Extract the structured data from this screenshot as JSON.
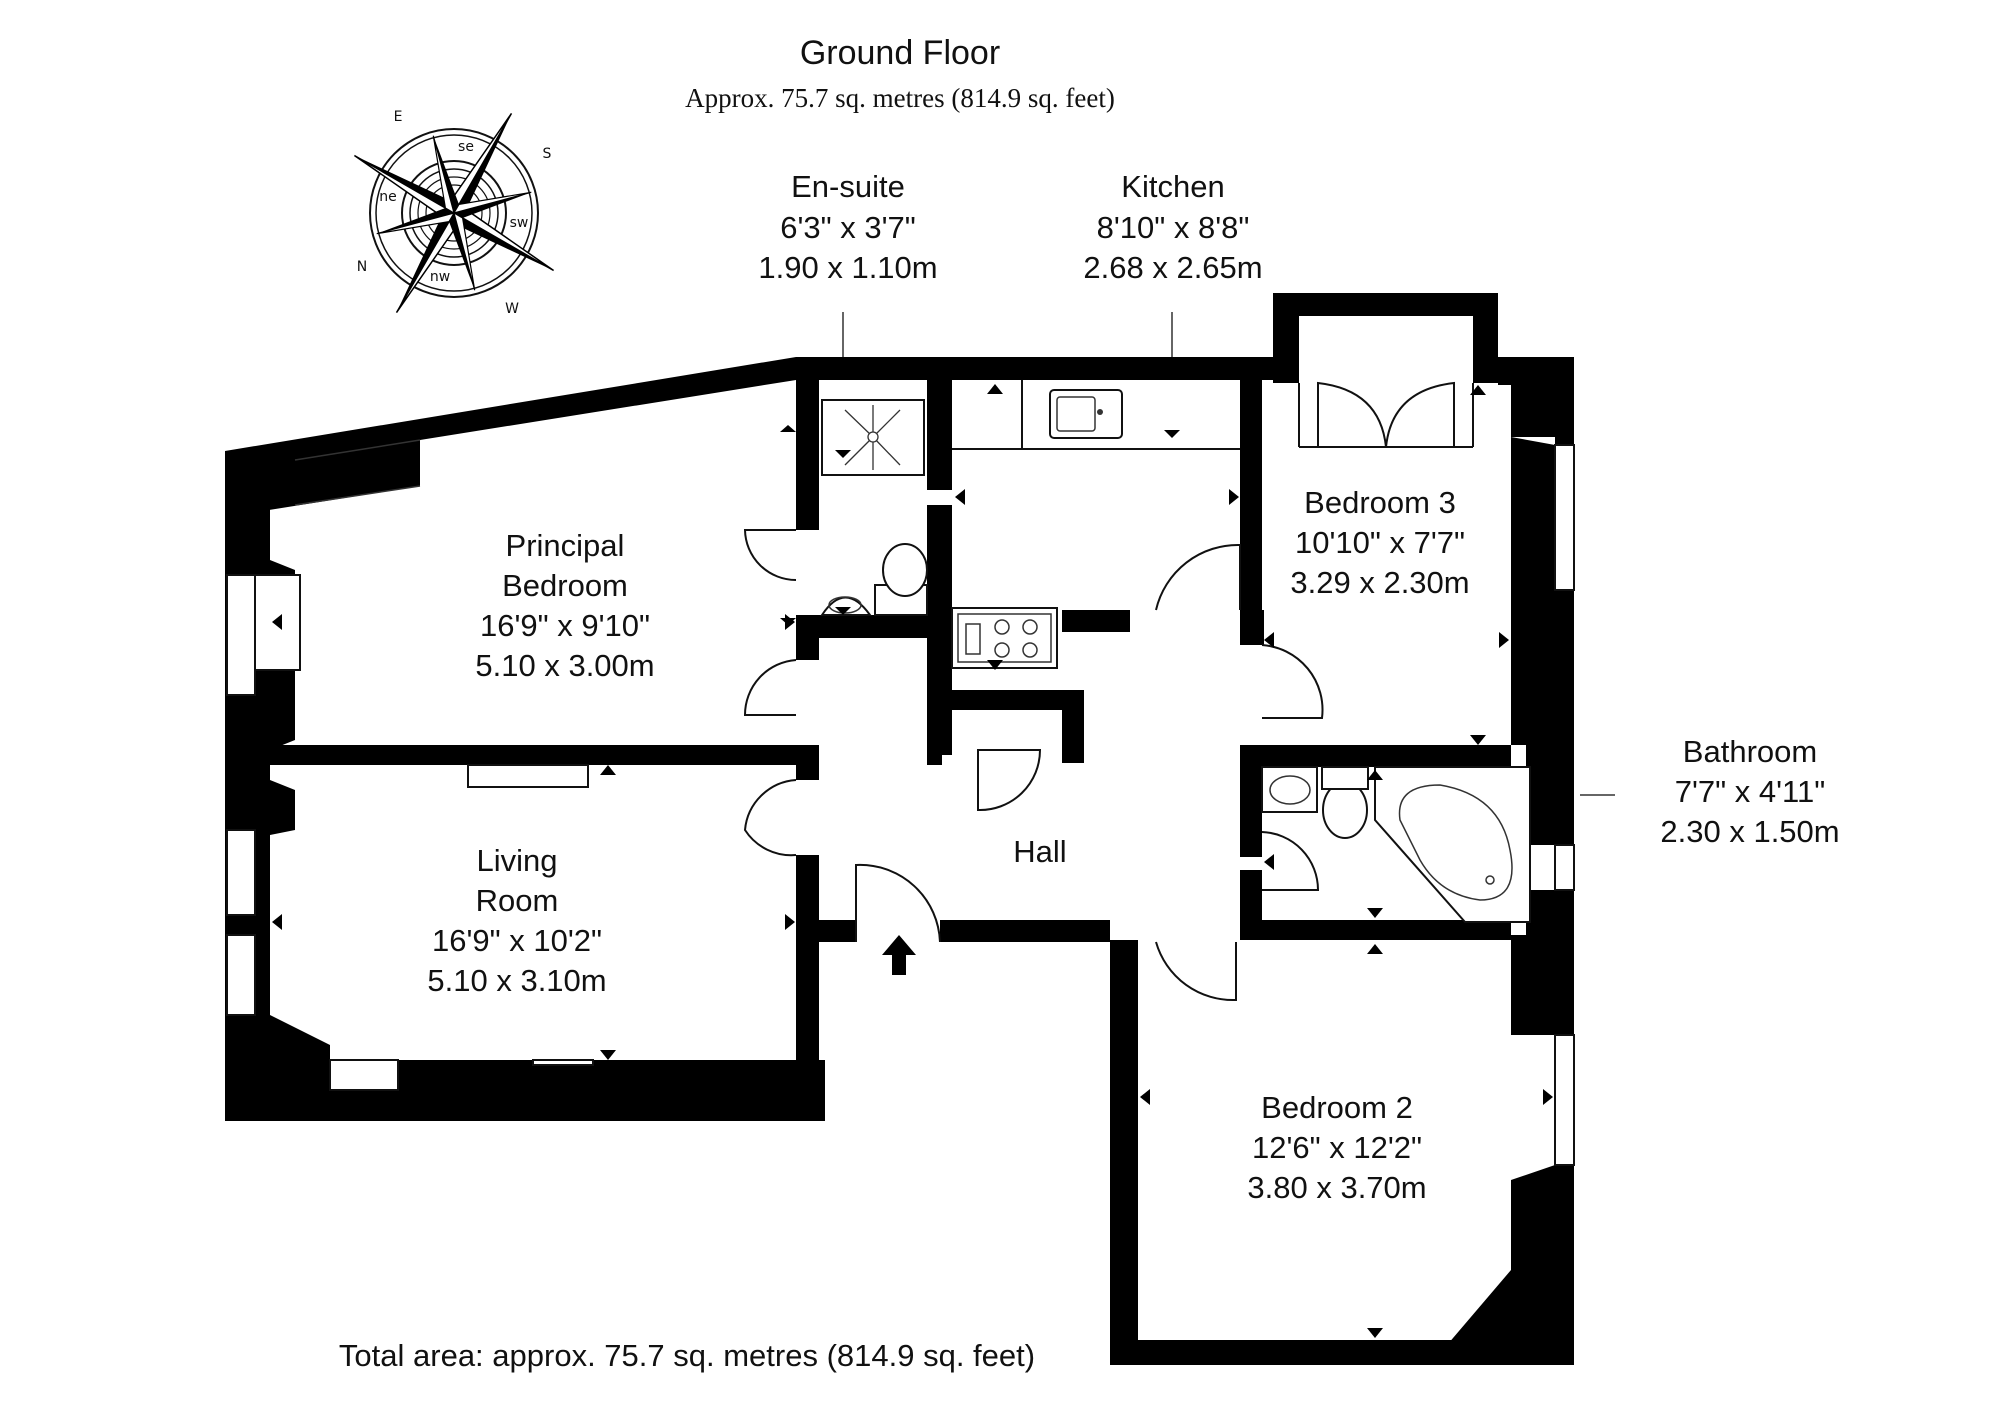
{
  "header": {
    "title": "Ground Floor",
    "subtitle": "Approx. 75.7 sq. metres (814.9 sq. feet)"
  },
  "footer": {
    "total": "Total area: approx. 75.7 sq. metres (814.9 sq. feet)"
  },
  "compass": {
    "major": {
      "north": "N",
      "east": "E",
      "south": "S",
      "west": "W"
    },
    "minor": {
      "ne": "ne",
      "se": "se",
      "sw": "sw",
      "nw": "nw"
    }
  },
  "rooms": {
    "ensuite": {
      "name": "En-suite",
      "imperial": "6'3\" x 3'7\"",
      "metric": "1.90 x 1.10m"
    },
    "kitchen": {
      "name": "Kitchen",
      "imperial": "8'10\" x 8'8\"",
      "metric": "2.68 x 2.65m"
    },
    "principal": {
      "name1": "Principal",
      "name2": "Bedroom",
      "imperial": "16'9\" x 9'10\"",
      "metric": "5.10 x 3.00m"
    },
    "bedroom3": {
      "name": "Bedroom 3",
      "imperial": "10'10\" x 7'7\"",
      "metric": "3.29 x 2.30m"
    },
    "bathroom": {
      "name": "Bathroom",
      "imperial": "7'7\" x 4'11\"",
      "metric": "2.30 x 1.50m"
    },
    "hall": {
      "name": "Hall"
    },
    "living": {
      "name1": "Living",
      "name2": "Room",
      "imperial": "16'9\" x 10'2\"",
      "metric": "5.10 x 3.10m"
    },
    "bedroom2": {
      "name": "Bedroom 2",
      "imperial": "12'6\" x 12'2\"",
      "metric": "3.80 x 3.70m"
    }
  },
  "colors": {
    "wall": "#000000",
    "background": "#ffffff",
    "text": "#111111"
  }
}
